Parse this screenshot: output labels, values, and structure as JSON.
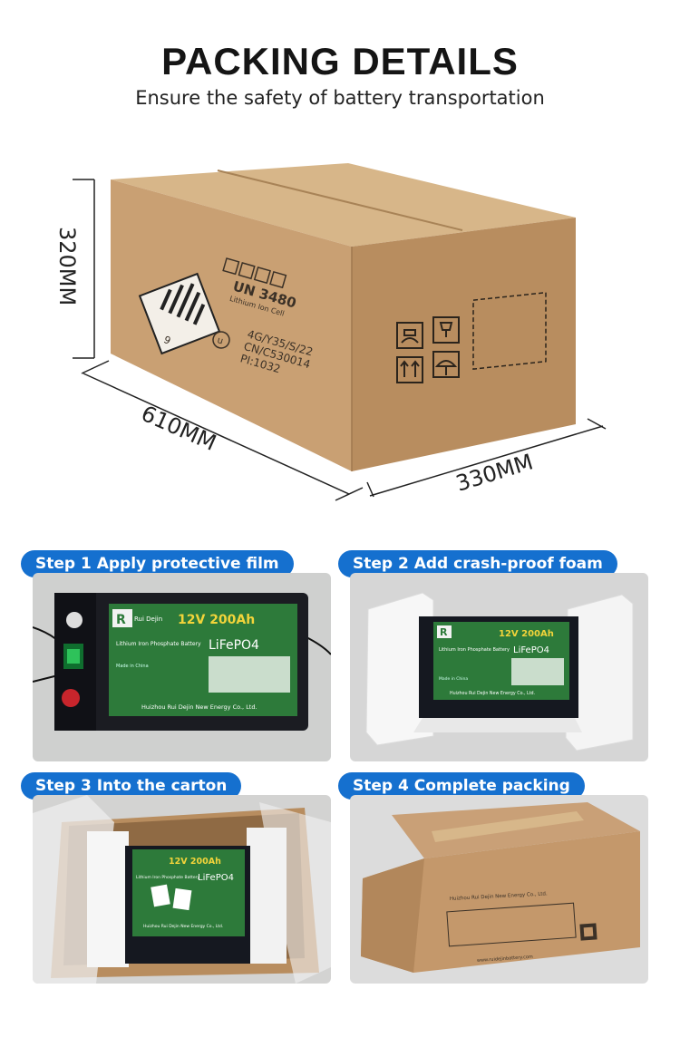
{
  "header": {
    "title": "PACKING DETAILS",
    "subtitle": "Ensure the safety of battery transportation"
  },
  "dimensions": {
    "height": "320MM",
    "length": "610MM",
    "width": "330MM"
  },
  "carton_markings": {
    "un_code": "UN 3480",
    "un_desc": "Lithium Ion Cell",
    "hazard_class": "9",
    "spec_lines": [
      "4G/Y35/S/22",
      "CN/C530014",
      "PI:1032"
    ]
  },
  "battery_label": {
    "voltage_capacity": "12V  200Ah",
    "type_line": "Lithium Iron Phosphate Battery",
    "chemistry": "LiFePO4",
    "brand": "Rui Dejin",
    "maker": "Huizhou Rui Dejin New Energy Co., Ltd.",
    "origin": "Made in China"
  },
  "carton_print": {
    "maker": "Huizhou Rui Dejin New Energy Co., Ltd.",
    "site": "www.ruidejinbattery.com"
  },
  "steps": [
    {
      "label": "Step 1 Apply protective film"
    },
    {
      "label": "Step 2 Add crash-proof foam"
    },
    {
      "label": "Step 3 Into the carton"
    },
    {
      "label": "Step 4 Complete packing"
    }
  ],
  "colors": {
    "step_badge": "#1570cf",
    "cardboard": "#c9a478",
    "battery_label_green": "#2d7a3a"
  }
}
